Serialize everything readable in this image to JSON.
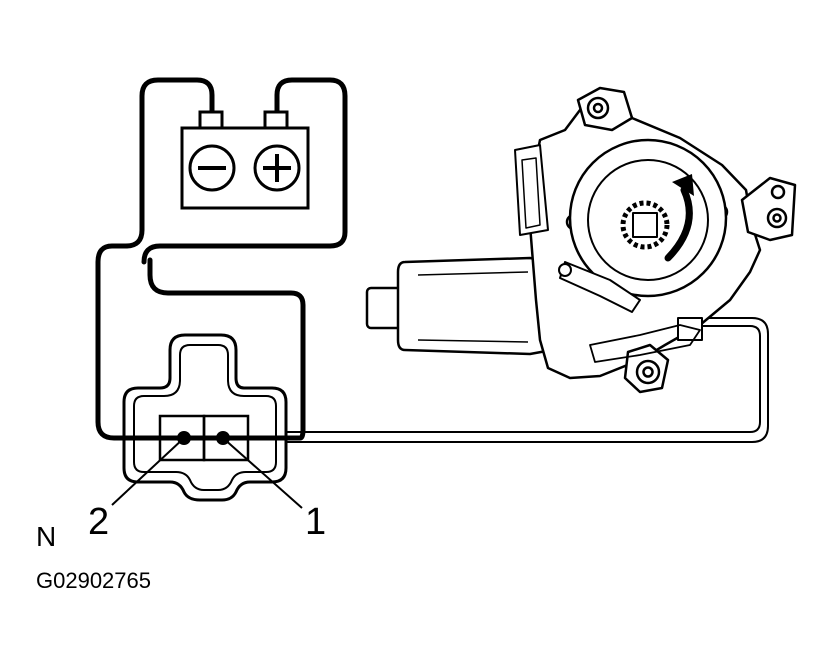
{
  "diagram": {
    "pin_labels": {
      "pin2": "2",
      "pin1": "1"
    },
    "corner_label": "N",
    "figure_code": "G02902765",
    "battery": {
      "negative_symbol": "minus-icon",
      "positive_symbol": "plus-icon"
    },
    "motor": {
      "rotation_arrow": "curved-arrow-icon"
    }
  }
}
